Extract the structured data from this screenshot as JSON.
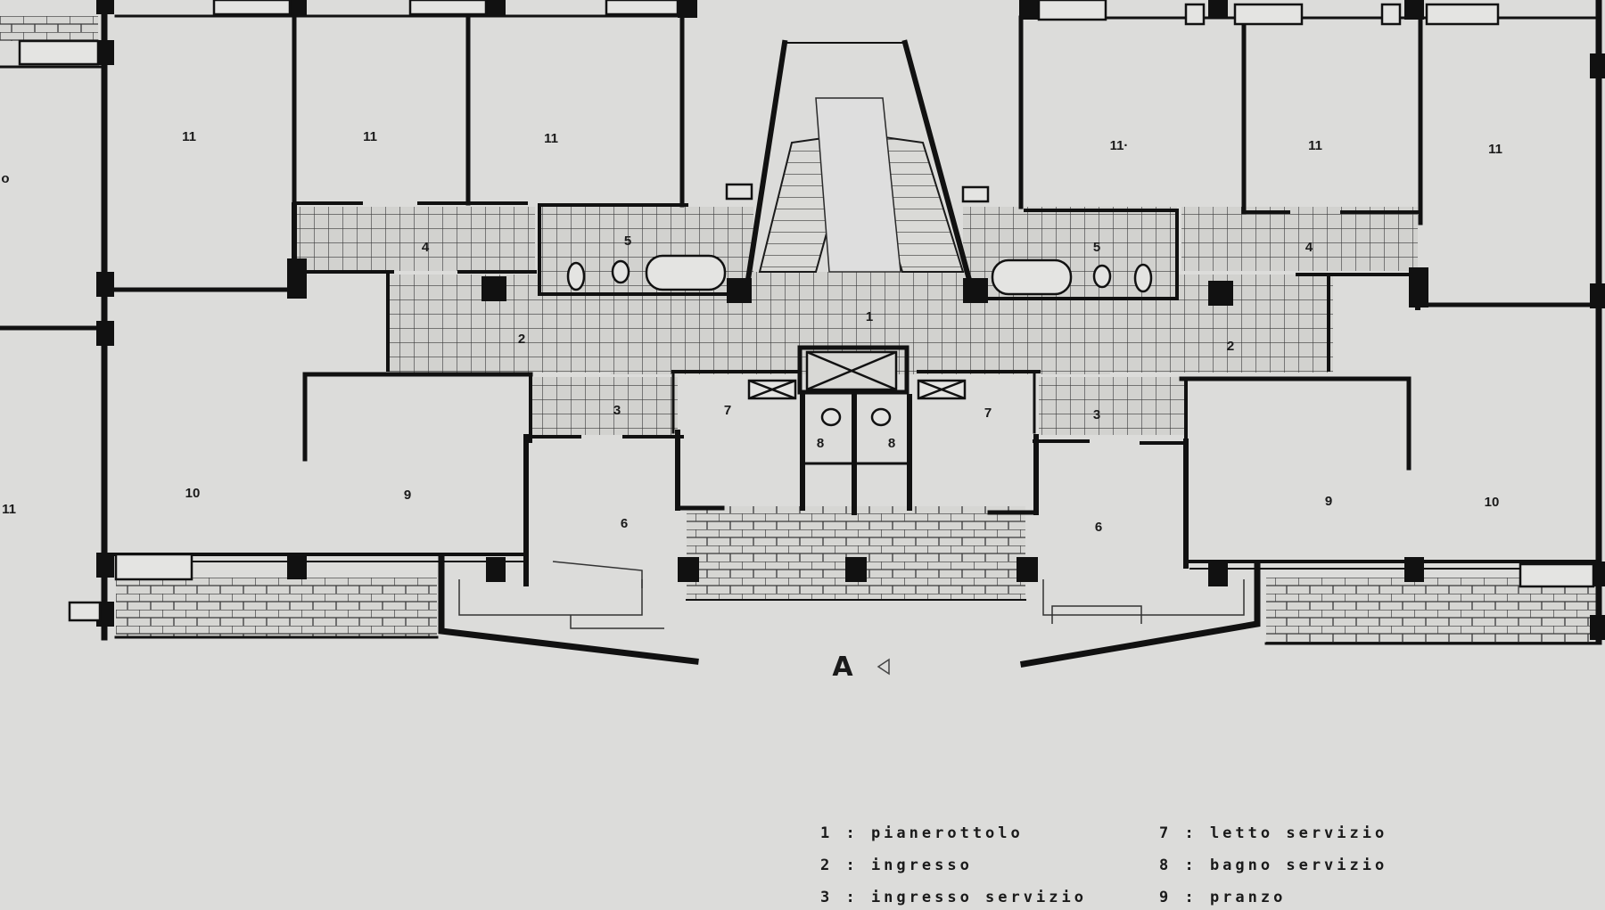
{
  "plan": {
    "section_marker": "A",
    "rooms": {
      "r11a": "11",
      "r11b": "11",
      "r11c": "11",
      "r11d": "11·",
      "r11e": "11",
      "r11f": "11",
      "r11g": "11",
      "r11h": "o",
      "r4l": "4",
      "r4r": "4",
      "r5l": "5",
      "r5r": "5",
      "r1": "1",
      "r2l": "2",
      "r2r": "2",
      "r3l": "3",
      "r3r": "3",
      "r7l": "7",
      "r7r": "7",
      "r8l": "8",
      "r8r": "8",
      "r6l": "6",
      "r6r": "6",
      "r9l": "9",
      "r9r": "9",
      "r10l": "10",
      "r10r": "10"
    }
  },
  "legend": {
    "items": [
      "1 : pianerottolo",
      "2 : ingresso",
      "3 : ingresso  servizio",
      "7 : letto  servizio",
      "8 : bagno servizio",
      "9 : pranzo"
    ]
  }
}
